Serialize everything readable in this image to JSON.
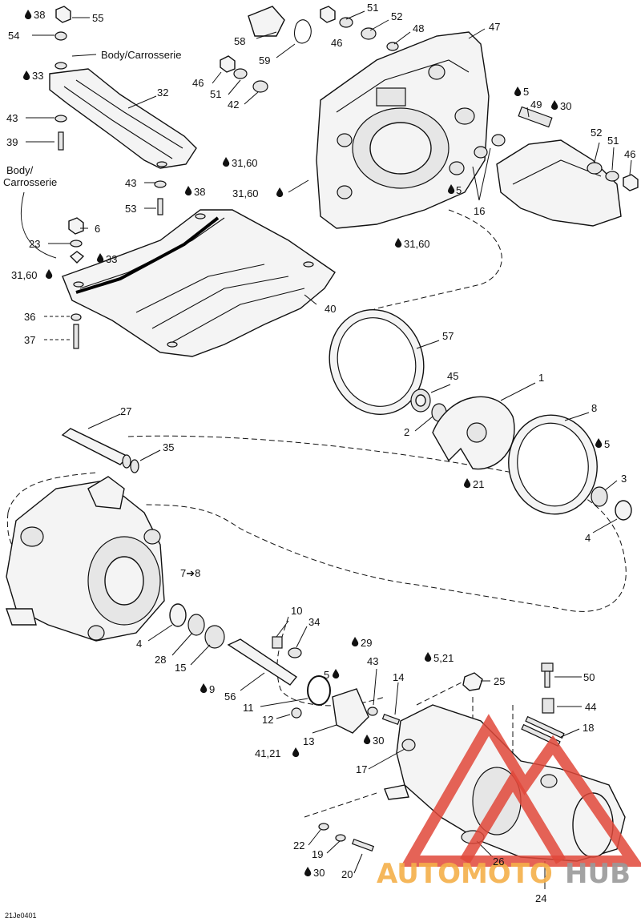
{
  "diagram_code": "21Je0401",
  "watermark": {
    "brand_left": "AUTOMOTO",
    "brand_right": "HUB",
    "color_primary": "#e0483a",
    "color_text": "#f5b04a"
  },
  "body_label_top": "Body/Carrosserie",
  "body_label_left_1": "Body/",
  "body_label_left_2": "Carrosserie",
  "callouts": [
    {
      "id": "c38a",
      "text": "38",
      "drop": true
    },
    {
      "id": "c55",
      "text": "55"
    },
    {
      "id": "c54",
      "text": "54"
    },
    {
      "id": "c33a",
      "text": "33",
      "drop": true
    },
    {
      "id": "c32",
      "text": "32"
    },
    {
      "id": "c43a",
      "text": "43"
    },
    {
      "id": "c39",
      "text": "39"
    },
    {
      "id": "c58",
      "text": "58"
    },
    {
      "id": "c59",
      "text": "59"
    },
    {
      "id": "c46a",
      "text": "46"
    },
    {
      "id": "c51a",
      "text": "51"
    },
    {
      "id": "c52a",
      "text": "52"
    },
    {
      "id": "c48",
      "text": "48"
    },
    {
      "id": "c46b",
      "text": "46"
    },
    {
      "id": "c51b",
      "text": "51"
    },
    {
      "id": "c42",
      "text": "42"
    },
    {
      "id": "c47",
      "text": "47"
    },
    {
      "id": "c5a",
      "text": "5",
      "drop": true
    },
    {
      "id": "c49",
      "text": "49"
    },
    {
      "id": "c30a",
      "text": "30",
      "drop": true
    },
    {
      "id": "c52b",
      "text": "52"
    },
    {
      "id": "c51c",
      "text": "51"
    },
    {
      "id": "c46c",
      "text": "46"
    },
    {
      "id": "c3160a",
      "text": "31,60",
      "drop": true
    },
    {
      "id": "c43b",
      "text": "43"
    },
    {
      "id": "c38b",
      "text": "38",
      "drop": true
    },
    {
      "id": "c53",
      "text": "53"
    },
    {
      "id": "c3160b",
      "text": "31,60",
      "drop": true
    },
    {
      "id": "c5b",
      "text": "5",
      "drop": true
    },
    {
      "id": "c16",
      "text": "16"
    },
    {
      "id": "c6",
      "text": "6"
    },
    {
      "id": "c23",
      "text": "23"
    },
    {
      "id": "c33b",
      "text": "33",
      "drop": true
    },
    {
      "id": "c3160c",
      "text": "31,60",
      "drop": true
    },
    {
      "id": "c3160d",
      "text": "31,60",
      "drop": true
    },
    {
      "id": "c40",
      "text": "40"
    },
    {
      "id": "c36",
      "text": "36"
    },
    {
      "id": "c37",
      "text": "37"
    },
    {
      "id": "c57",
      "text": "57"
    },
    {
      "id": "c45",
      "text": "45"
    },
    {
      "id": "c1",
      "text": "1"
    },
    {
      "id": "c2",
      "text": "2"
    },
    {
      "id": "c8",
      "text": "8"
    },
    {
      "id": "c27",
      "text": "27"
    },
    {
      "id": "c35",
      "text": "35"
    },
    {
      "id": "c5c",
      "text": "5",
      "drop": true
    },
    {
      "id": "c3",
      "text": "3"
    },
    {
      "id": "c21a",
      "text": "21",
      "drop": true
    },
    {
      "id": "c4a",
      "text": "4"
    },
    {
      "id": "c78",
      "text": "7➔8"
    },
    {
      "id": "c4b",
      "text": "4"
    },
    {
      "id": "c10",
      "text": "10"
    },
    {
      "id": "c34",
      "text": "34"
    },
    {
      "id": "c29",
      "text": "29",
      "drop": true
    },
    {
      "id": "c28",
      "text": "28"
    },
    {
      "id": "c15",
      "text": "15"
    },
    {
      "id": "c43c",
      "text": "43"
    },
    {
      "id": "c5d",
      "text": "5",
      "drop": true
    },
    {
      "id": "c14",
      "text": "14"
    },
    {
      "id": "c521",
      "text": "5,21",
      "drop": true
    },
    {
      "id": "c25",
      "text": "25"
    },
    {
      "id": "c50",
      "text": "50"
    },
    {
      "id": "c9",
      "text": "9",
      "drop": true
    },
    {
      "id": "c56",
      "text": "56"
    },
    {
      "id": "c11",
      "text": "11"
    },
    {
      "id": "c44",
      "text": "44"
    },
    {
      "id": "c12",
      "text": "12"
    },
    {
      "id": "c13",
      "text": "13"
    },
    {
      "id": "c30b",
      "text": "30",
      "drop": true
    },
    {
      "id": "c18",
      "text": "18"
    },
    {
      "id": "c4121",
      "text": "41,21",
      "drop": true
    },
    {
      "id": "c17",
      "text": "17"
    },
    {
      "id": "c22",
      "text": "22"
    },
    {
      "id": "c19",
      "text": "19"
    },
    {
      "id": "c26",
      "text": "26"
    },
    {
      "id": "c30c",
      "text": "30",
      "drop": true
    },
    {
      "id": "c20",
      "text": "20"
    },
    {
      "id": "c24",
      "text": "24"
    }
  ]
}
